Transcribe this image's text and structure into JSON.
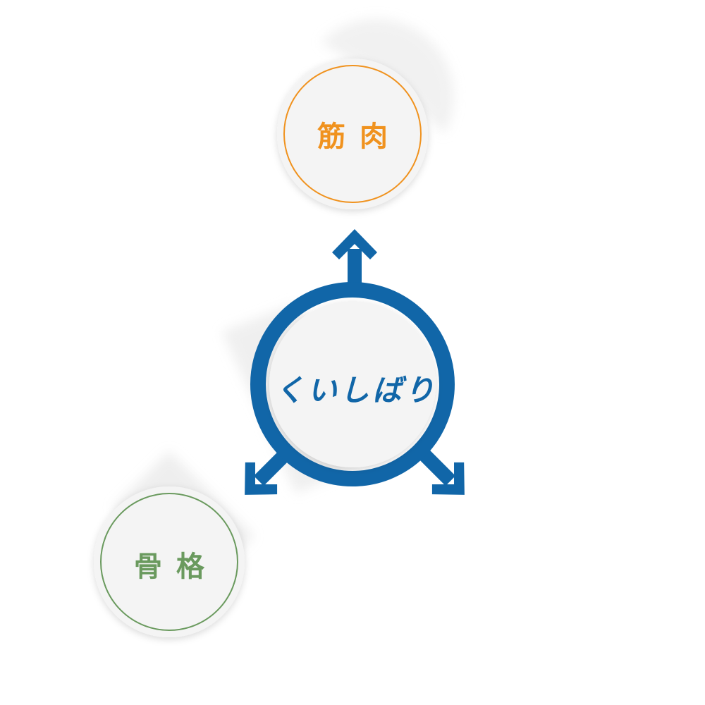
{
  "diagram": {
    "center": {
      "label": "くいしばり",
      "color": "#1166a8"
    },
    "nodes": [
      {
        "id": "muscle",
        "label": "筋肉",
        "color": "#f0921e"
      },
      {
        "id": "skeleton",
        "label": "骨格",
        "color": "#6a9a5e"
      }
    ],
    "disc_fill": "#f4f4f4"
  }
}
